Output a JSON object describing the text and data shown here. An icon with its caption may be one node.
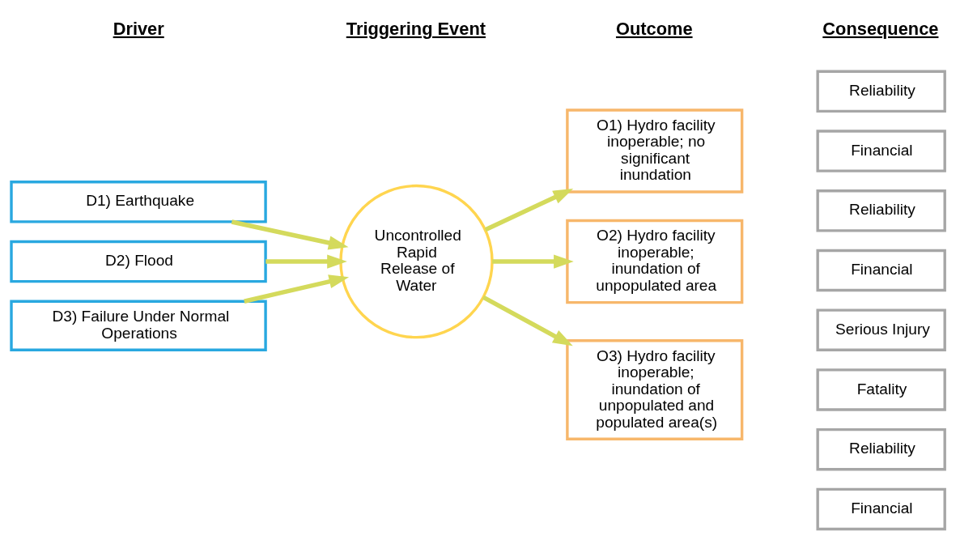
{
  "diagram": {
    "nodes": [
      {
        "text": [
          "D1) Earthquake"
        ]
      },
      {
        "text": [
          "D2) Flood"
        ]
      },
      {
        "text": [
          "D3) Failure Under Normal Operations"
        ]
      },
      {
        "text": [
          "Uncontrolled Rapid Release of Water"
        ]
      },
      {
        "text": [
          "O1) Hydro facility inoperable; no significant inundation"
        ]
      },
      {
        "text": [
          "O2) Hydro facility inoperable; inundation of unpopulated area"
        ]
      },
      {
        "text": [
          "O3) Hydro facility inoperable; inundation of unpopulated and populated area(s)"
        ]
      },
      {
        "text": [
          "Reliability"
        ]
      },
      {
        "text": [
          "Financial"
        ]
      },
      {
        "text": [
          "Reliability"
        ]
      },
      {
        "text": [
          "Financial"
        ]
      },
      {
        "text": [
          "Serious Injury"
        ]
      },
      {
        "text": [
          "Fatality"
        ]
      },
      {
        "text": [
          "Reliability"
        ]
      },
      {
        "text": [
          "Financial"
        ]
      }
    ],
    "edges": [
      {
        "from": 0,
        "to": 3,
        "arrow": "to"
      },
      {
        "from": 1,
        "to": 3,
        "arrow": "to"
      },
      {
        "from": 2,
        "to": 3,
        "arrow": "to"
      },
      {
        "from": 3,
        "to": 4,
        "arrow": "to"
      },
      {
        "from": 3,
        "to": 5,
        "arrow": "to"
      },
      {
        "from": 3,
        "to": 6,
        "arrow": "to"
      }
    ],
    "labels": [
      "Driver",
      "Triggering Event",
      "Outcome",
      "Consequence"
    ]
  }
}
